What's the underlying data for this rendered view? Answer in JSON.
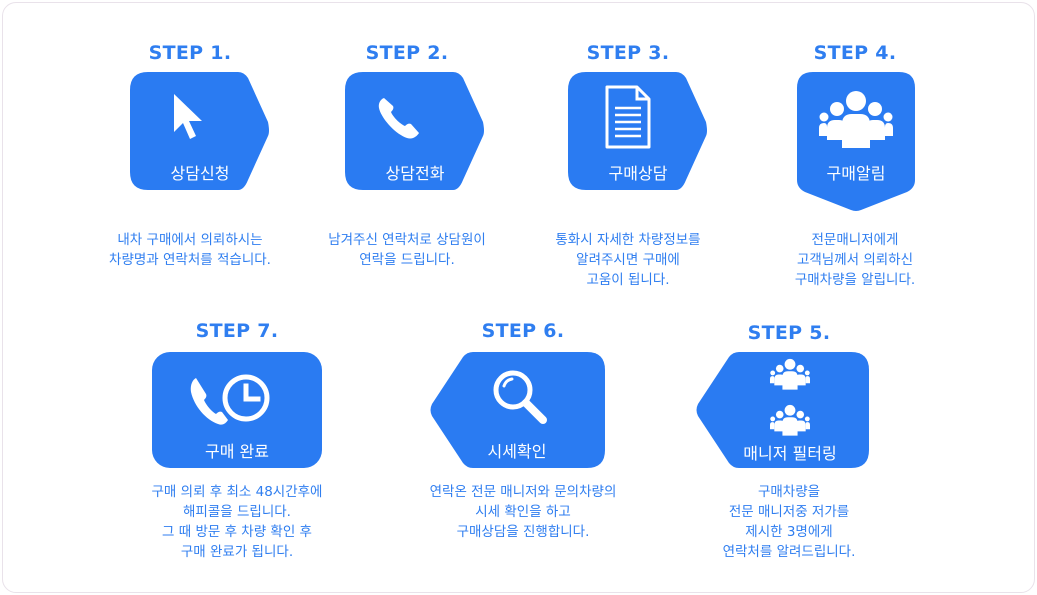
{
  "steps": {
    "s1": {
      "title": "STEP 1.",
      "label": "상담신청",
      "desc": "내차 구매에서 의뢰하시는\n차량명과 연락처를 적습니다."
    },
    "s2": {
      "title": "STEP 2.",
      "label": "상담전화",
      "desc": "남겨주신 연락처로 상담원이\n연락을 드립니다."
    },
    "s3": {
      "title": "STEP 3.",
      "label": "구매상담",
      "desc": "통화시 자세한 차량정보를\n알려주시면 구매에\n고움이 됩니다."
    },
    "s4": {
      "title": "STEP 4.",
      "label": "구매알림",
      "desc": "전문매니저에게\n고객님께서 의뢰하신\n구매차량을 알립니다."
    },
    "s5": {
      "title": "STEP 5.",
      "label": "매니저 필터링",
      "desc": "구매차량을\n전문 매니저중 저가를\n제시한 3명에게\n연락처를 알려드립니다."
    },
    "s6": {
      "title": "STEP 6.",
      "label": "시세확인",
      "desc": "연락온 전문 매니저와 문의차량의\n시세 확인을 하고\n구매상담을 진행합니다."
    },
    "s7": {
      "title": "STEP 7.",
      "label": "구매 완료",
      "desc": "구매 의뢰 후 최소 48시간후에\n해피콜을 드립니다.\n그 때 방문 후 차량 확인 후\n구매 완료가 됩니다."
    }
  },
  "colors": {
    "brand": "#2f7ef0",
    "accent": "#2a7bf2",
    "background": "#ffffff"
  }
}
